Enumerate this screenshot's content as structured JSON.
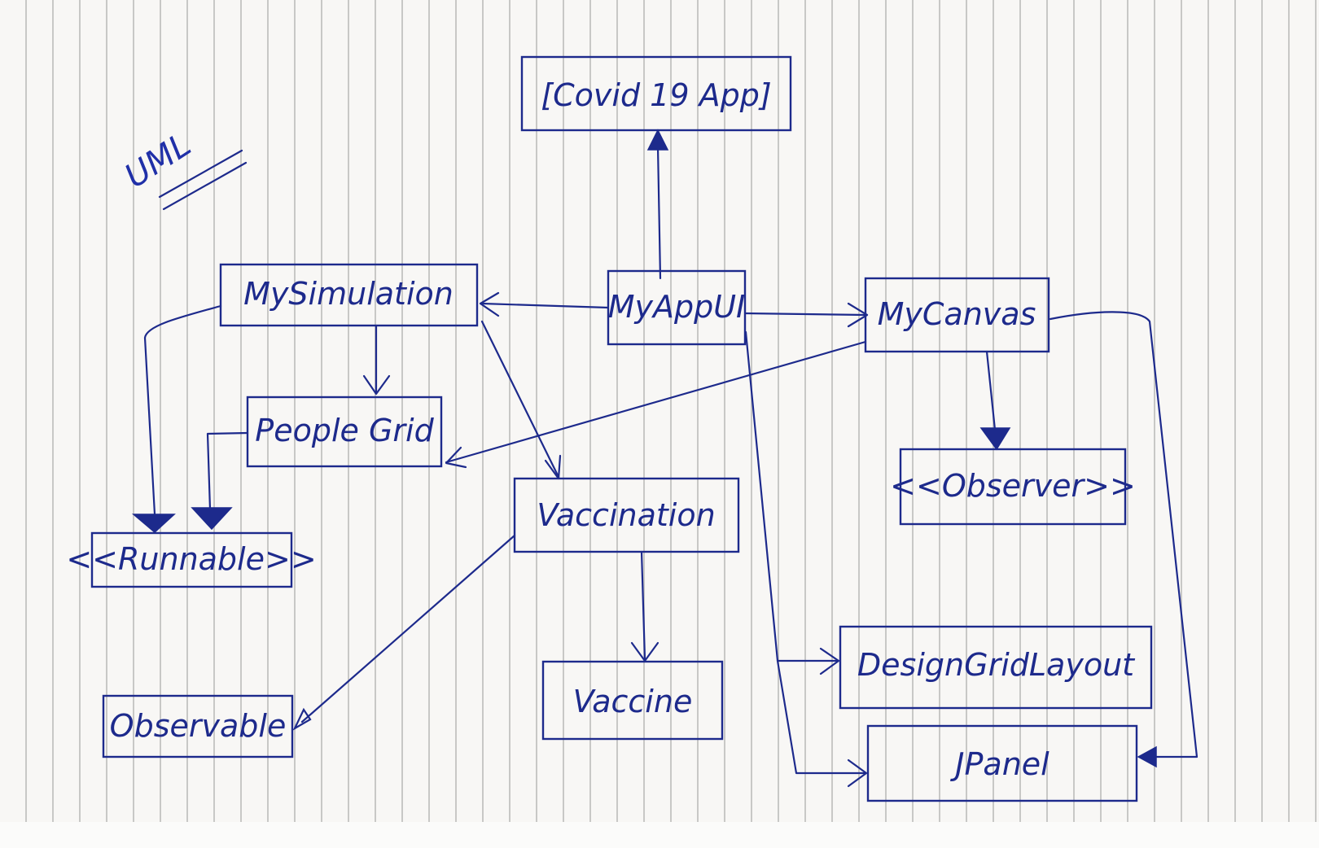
{
  "title": "UML",
  "ink_color": "#1d2a8c",
  "classes": {
    "covid19app": "[Covid 19 App]",
    "myappui": "MyAppUI",
    "mysimulation": "MySimulation",
    "mycanvas": "MyCanvas",
    "peoplegrid": "People Grid",
    "observer": "<<Observer>>",
    "runnable": "<<Runnable>>",
    "vaccination": "Vaccination",
    "observable": "Observable",
    "vaccine": "Vaccine",
    "designgridlayout": "DesignGridLayout",
    "jpanel": "JPanel"
  }
}
